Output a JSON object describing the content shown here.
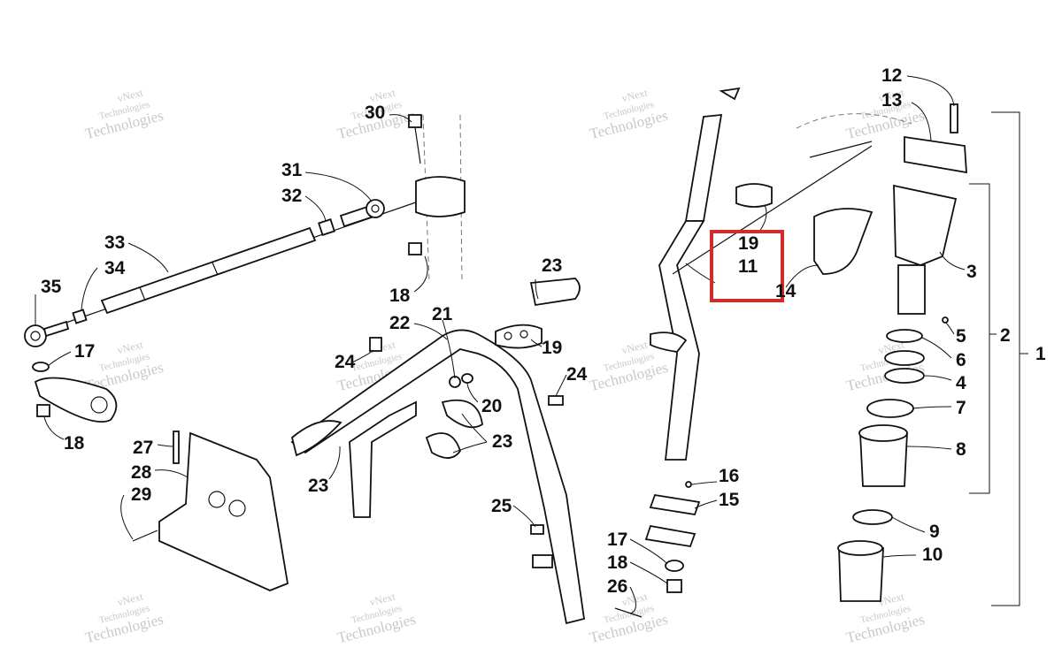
{
  "watermark": {
    "line1": "vNext",
    "line2": "Technologies",
    "line3": "Technologies"
  },
  "callouts": {
    "c1": "1",
    "c2": "2",
    "c3": "3",
    "c4": "4",
    "c5": "5",
    "c6": "6",
    "c7": "7",
    "c8": "8",
    "c9": "9",
    "c10": "10",
    "c11": "11",
    "c12": "12",
    "c13": "13",
    "c14": "14",
    "c15": "15",
    "c16": "16",
    "c17": "17",
    "c18": "18",
    "c19": "19",
    "c20": "20",
    "c21": "21",
    "c22": "22",
    "c23": "23",
    "c24": "24",
    "c25": "25",
    "c26": "26",
    "c27": "27",
    "c28": "28",
    "c29": "29",
    "c30": "30",
    "c31": "31",
    "c32": "32",
    "c33": "33",
    "c34": "34",
    "c35": "35"
  },
  "highlight": {
    "color": "#d42a2a",
    "labels": [
      "19",
      "11"
    ]
  }
}
